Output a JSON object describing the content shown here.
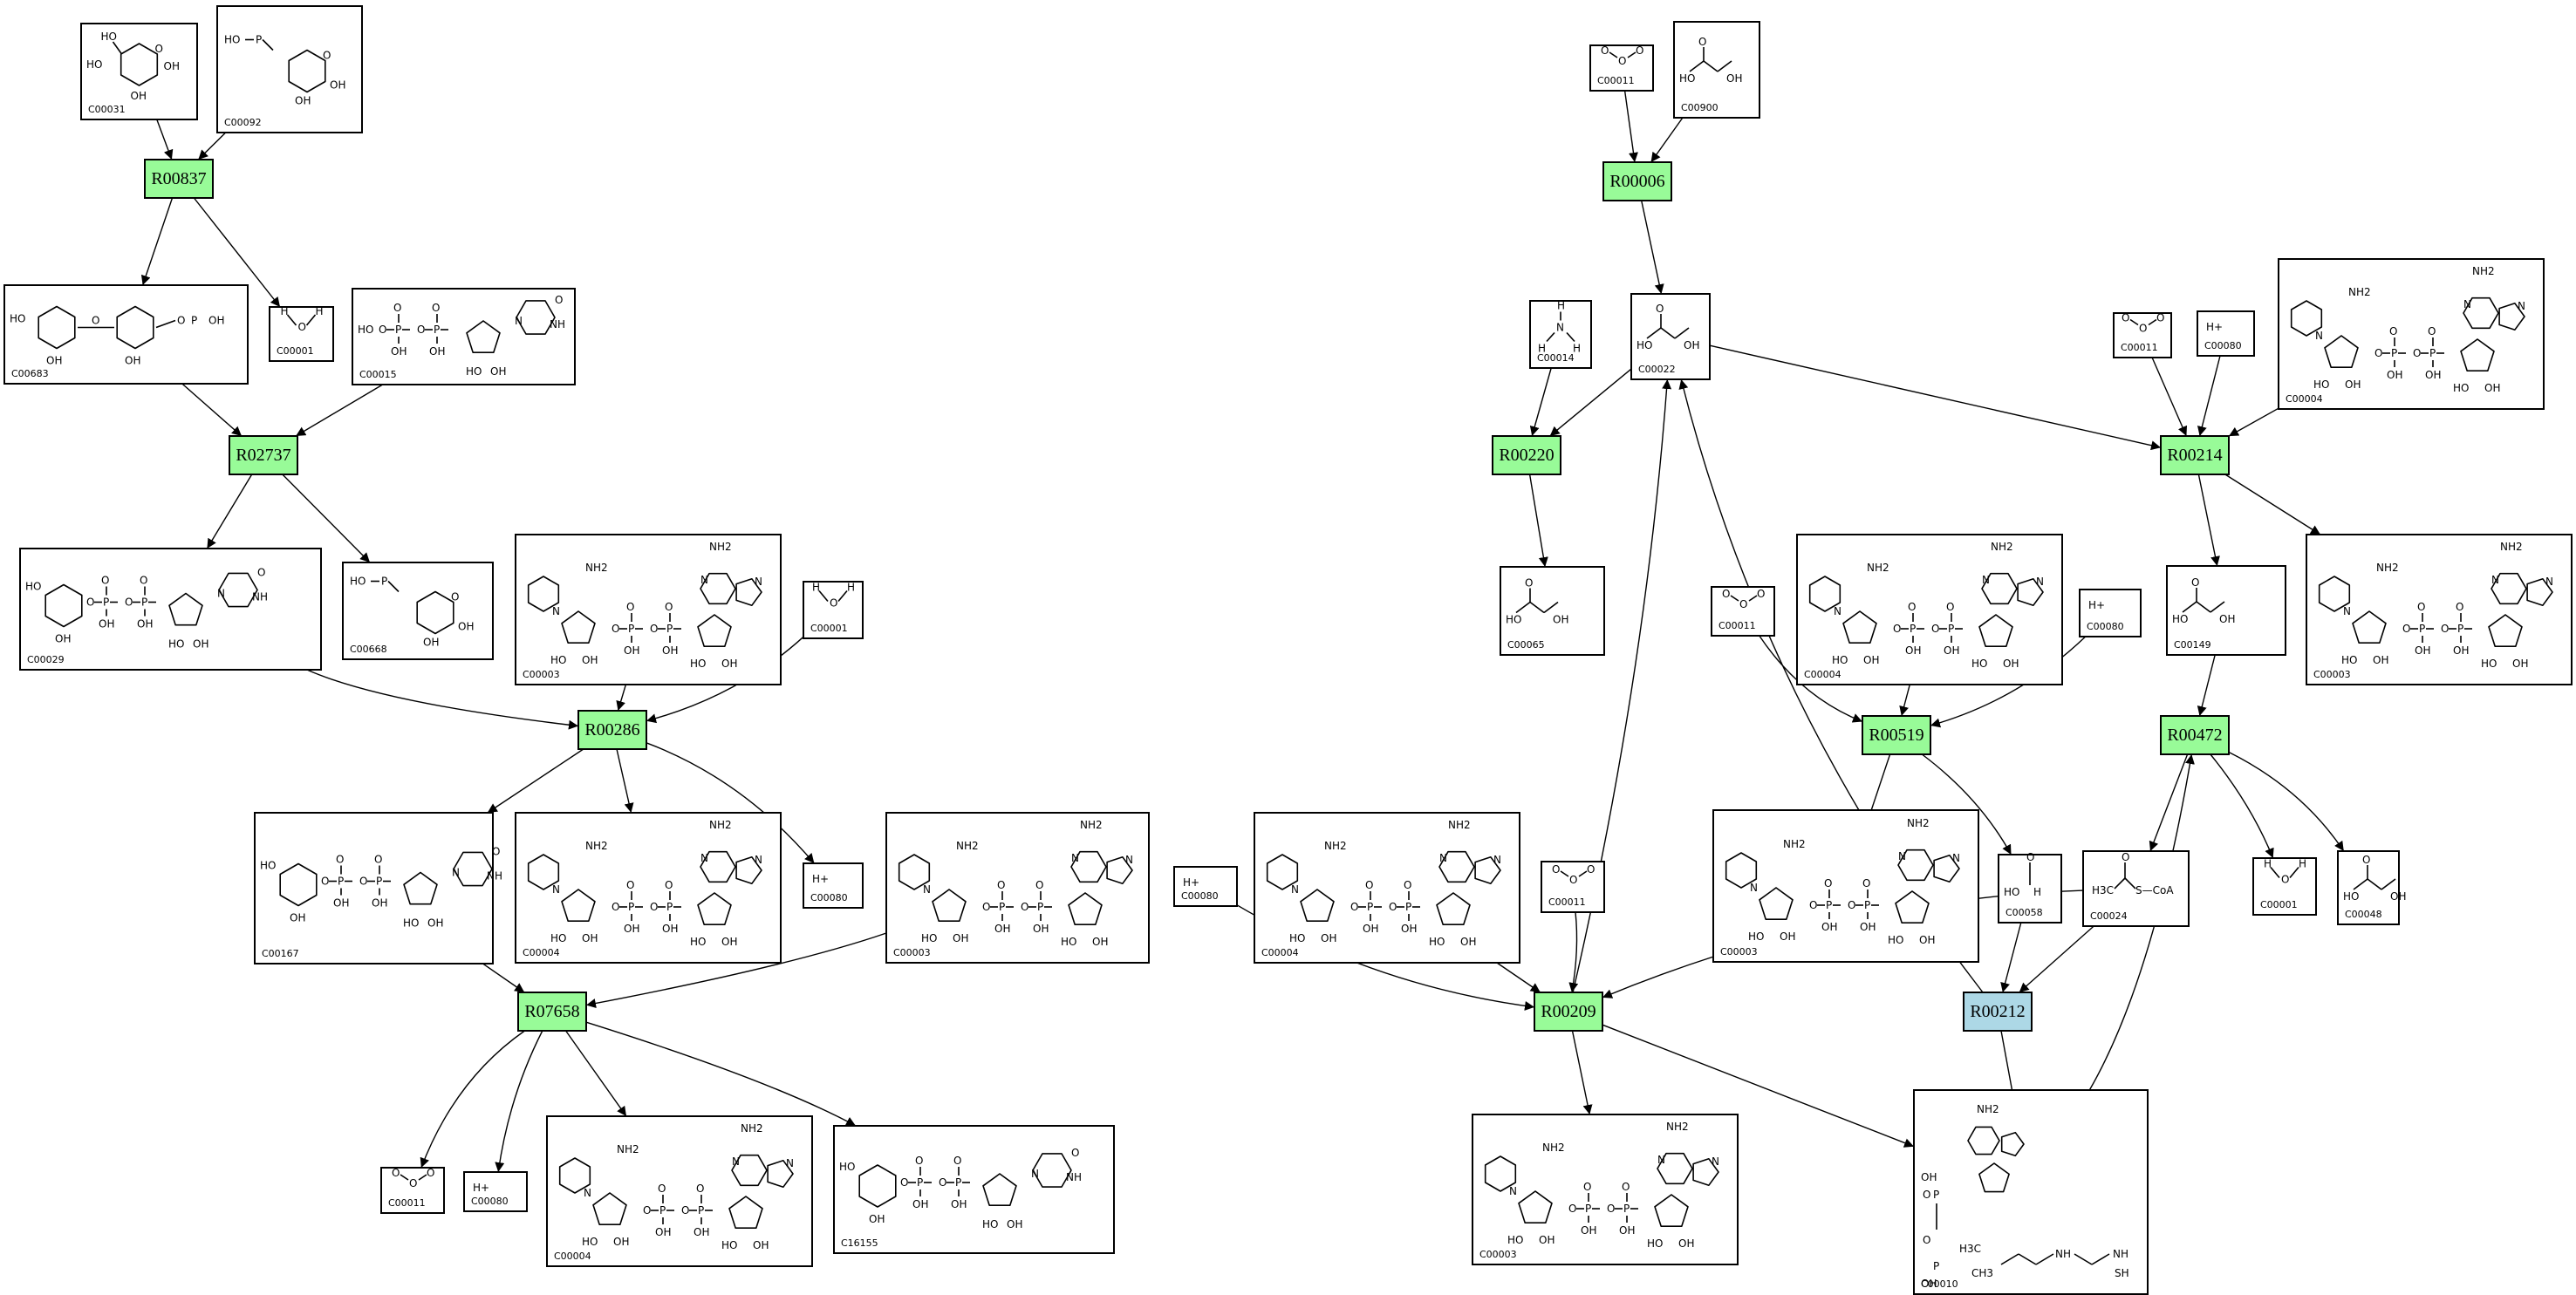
{
  "reactions": [
    {
      "id": "r00837",
      "label": "R00837",
      "kind": "green"
    },
    {
      "id": "r02737",
      "label": "R02737",
      "kind": "green"
    },
    {
      "id": "r00286",
      "label": "R00286",
      "kind": "green"
    },
    {
      "id": "r07658",
      "label": "R07658",
      "kind": "green"
    },
    {
      "id": "r00006",
      "label": "R00006",
      "kind": "green"
    },
    {
      "id": "r00220",
      "label": "R00220",
      "kind": "green"
    },
    {
      "id": "r00214",
      "label": "R00214",
      "kind": "green"
    },
    {
      "id": "r00519",
      "label": "R00519",
      "kind": "green"
    },
    {
      "id": "r00472",
      "label": "R00472",
      "kind": "green"
    },
    {
      "id": "r00209",
      "label": "R00209",
      "kind": "green"
    },
    {
      "id": "r00212",
      "label": "R00212",
      "kind": "blue"
    }
  ],
  "compounds": [
    {
      "id": "c_c00031",
      "code": "C00031",
      "struct": "hexose"
    },
    {
      "id": "c_c00092",
      "code": "C00092",
      "struct": "hexose-p"
    },
    {
      "id": "c_c00001_a",
      "code": "C00001",
      "struct": "water"
    },
    {
      "id": "c_c00683",
      "code": "C00683",
      "struct": "disaccharide-p"
    },
    {
      "id": "c_c00015",
      "code": "C00015",
      "struct": "nucleotide-pp"
    },
    {
      "id": "c_c00029",
      "code": "C00029",
      "struct": "nucleotide-sugar"
    },
    {
      "id": "c_c00668",
      "code": "C00668",
      "struct": "hexose-p"
    },
    {
      "id": "c_c00003_a",
      "code": "C00003",
      "struct": "nad"
    },
    {
      "id": "c_c00001_b",
      "code": "C00001",
      "struct": "water"
    },
    {
      "id": "c_c00167",
      "code": "C00167",
      "struct": "nucleotide-sugar"
    },
    {
      "id": "c_c00004_a",
      "code": "C00004",
      "struct": "nad"
    },
    {
      "id": "c_c00080_a",
      "code": "C00080",
      "struct": "proton"
    },
    {
      "id": "c_c00003_b",
      "code": "C00003",
      "struct": "nad"
    },
    {
      "id": "c_c00011_a",
      "code": "C00011",
      "struct": "co2"
    },
    {
      "id": "c_c00080_b",
      "code": "C00080",
      "struct": "proton"
    },
    {
      "id": "c_c00004_b",
      "code": "C00004",
      "struct": "nad"
    },
    {
      "id": "c_c16155",
      "code": "C16155",
      "struct": "nucleotide-sugar"
    },
    {
      "id": "c_c00011_b",
      "code": "C00011",
      "struct": "co2"
    },
    {
      "id": "c_c00900",
      "code": "C00900",
      "struct": "small-acid"
    },
    {
      "id": "c_c00014",
      "code": "C00014",
      "struct": "ammonia"
    },
    {
      "id": "c_c00022",
      "code": "C00022",
      "struct": "small-acid"
    },
    {
      "id": "c_c00065",
      "code": "C00065",
      "struct": "small-acid"
    },
    {
      "id": "c_c00011_c",
      "code": "C00011",
      "struct": "co2"
    },
    {
      "id": "c_c00080_c",
      "code": "C00080",
      "struct": "proton"
    },
    {
      "id": "c_c00004_c",
      "code": "C00004",
      "struct": "nad"
    },
    {
      "id": "c_c00149",
      "code": "C00149",
      "struct": "small-acid"
    },
    {
      "id": "c_c00003_c",
      "code": "C00003",
      "struct": "nad"
    },
    {
      "id": "c_c00011_d",
      "code": "C00011",
      "struct": "co2"
    },
    {
      "id": "c_c00004_d",
      "code": "C00004",
      "struct": "nad"
    },
    {
      "id": "c_c00080_d",
      "code": "C00080",
      "struct": "proton"
    },
    {
      "id": "c_c00003_d",
      "code": "C00003",
      "struct": "nad"
    },
    {
      "id": "c_c00058",
      "code": "C00058",
      "struct": "formate"
    },
    {
      "id": "c_c00024",
      "code": "C00024",
      "struct": "acetyl"
    },
    {
      "id": "c_c00001_c",
      "code": "C00001",
      "struct": "water"
    },
    {
      "id": "c_c00048",
      "code": "C00048",
      "struct": "small-acid"
    },
    {
      "id": "c_c00080_e",
      "code": "C00080",
      "struct": "proton"
    },
    {
      "id": "c_c00004_e",
      "code": "C00004",
      "struct": "nad"
    },
    {
      "id": "c_c00011_e",
      "code": "C00011",
      "struct": "co2"
    },
    {
      "id": "c_c00003_e",
      "code": "C00003",
      "struct": "nad"
    },
    {
      "id": "c_c00010",
      "code": "C00010",
      "struct": "coa"
    }
  ],
  "atom_labels": {
    "ho": "HO",
    "oh": "OH",
    "o": "O",
    "p": "P",
    "n": "N",
    "nh": "NH",
    "nh2": "NH2",
    "h": "H",
    "hplus": "H+",
    "sh": "SH",
    "coa": "S—CoA",
    "h3c": "H3C",
    "ch3": "CH3"
  },
  "edges": [
    [
      "c_c00031",
      "r00837"
    ],
    [
      "c_c00092",
      "r00837"
    ],
    [
      "r00837",
      "c_c00001_a"
    ],
    [
      "r00837",
      "c_c00683"
    ],
    [
      "c_c00683",
      "r02737"
    ],
    [
      "c_c00015",
      "r02737"
    ],
    [
      "r02737",
      "c_c00029"
    ],
    [
      "r02737",
      "c_c00668"
    ],
    [
      "c_c00029",
      "r00286"
    ],
    [
      "c_c00003_a",
      "r00286"
    ],
    [
      "c_c00001_b",
      "r00286"
    ],
    [
      "r00286",
      "c_c00167"
    ],
    [
      "r00286",
      "c_c00004_a"
    ],
    [
      "r00286",
      "c_c00080_a"
    ],
    [
      "c_c00167",
      "r07658"
    ],
    [
      "c_c00003_b",
      "r07658"
    ],
    [
      "r07658",
      "c_c00011_a"
    ],
    [
      "r07658",
      "c_c00080_b"
    ],
    [
      "r07658",
      "c_c00004_b"
    ],
    [
      "r07658",
      "c_c16155"
    ],
    [
      "c_c00011_b",
      "r00006"
    ],
    [
      "c_c00900",
      "r00006"
    ],
    [
      "r00006",
      "c_c00022"
    ],
    [
      "c_c00014",
      "r00220"
    ],
    [
      "c_c00022",
      "r00220"
    ],
    [
      "r00220",
      "c_c00065"
    ],
    [
      "c_c00022",
      "r00214"
    ],
    [
      "c_c00011_c",
      "r00214"
    ],
    [
      "c_c00080_c",
      "r00214"
    ],
    [
      "c_c00004_c",
      "r00214"
    ],
    [
      "r00214",
      "c_c00149"
    ],
    [
      "r00214",
      "c_c00003_c"
    ],
    [
      "c_c00011_d",
      "r00519"
    ],
    [
      "c_c00004_d",
      "r00519"
    ],
    [
      "c_c00080_d",
      "r00519"
    ],
    [
      "r00519",
      "c_c00003_d"
    ],
    [
      "r00519",
      "c_c00058"
    ],
    [
      "c_c00149",
      "r00472"
    ],
    [
      "r00472",
      "c_c00024"
    ],
    [
      "r00472",
      "c_c00001_c"
    ],
    [
      "r00472",
      "c_c00048"
    ],
    [
      "c_c00080_e",
      "r00209"
    ],
    [
      "c_c00004_e",
      "r00209"
    ],
    [
      "c_c00011_e",
      "r00209"
    ],
    [
      "c_c00024",
      "r00209"
    ],
    [
      "r00209",
      "c_c00022"
    ],
    [
      "r00209",
      "c_c00003_e"
    ],
    [
      "r00209",
      "c_c00010"
    ],
    [
      "c_c00058",
      "r00212"
    ],
    [
      "c_c00024",
      "r00212"
    ],
    [
      "r00212",
      "c_c00022"
    ],
    [
      "r00212",
      "c_c00010"
    ],
    [
      "c_c00010",
      "r00472"
    ]
  ]
}
